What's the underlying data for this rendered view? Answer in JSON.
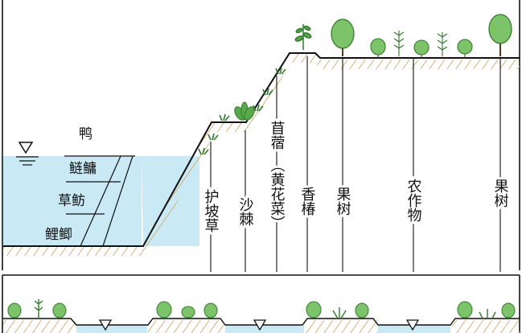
{
  "labels": {
    "pond": {
      "duck": "鸭",
      "silver_bighead": "鲢鳙",
      "grass_bream": "草鲂",
      "carp_crucian": "鲤鲫"
    },
    "slope": {
      "slope_grass": "护坡草",
      "sea_buckthorn": "沙棘",
      "alfalfa": "苜蓿",
      "daylily": "（黄花菜）",
      "toona": "香椿"
    },
    "top": {
      "fruit_tree_1": "果树",
      "crops": "农作物",
      "fruit_tree_2": "果树"
    }
  },
  "colors": {
    "water": "#c9e9f4",
    "soil_hatch": "#d4b37a",
    "outline": "#111111",
    "plant_green": "#5aa84a",
    "plant_dark": "#2f7a2b",
    "plant_light": "#a8d88e"
  },
  "icons": [
    "water-level-icon",
    "tree-icon",
    "shrub-icon",
    "grass-icon"
  ]
}
